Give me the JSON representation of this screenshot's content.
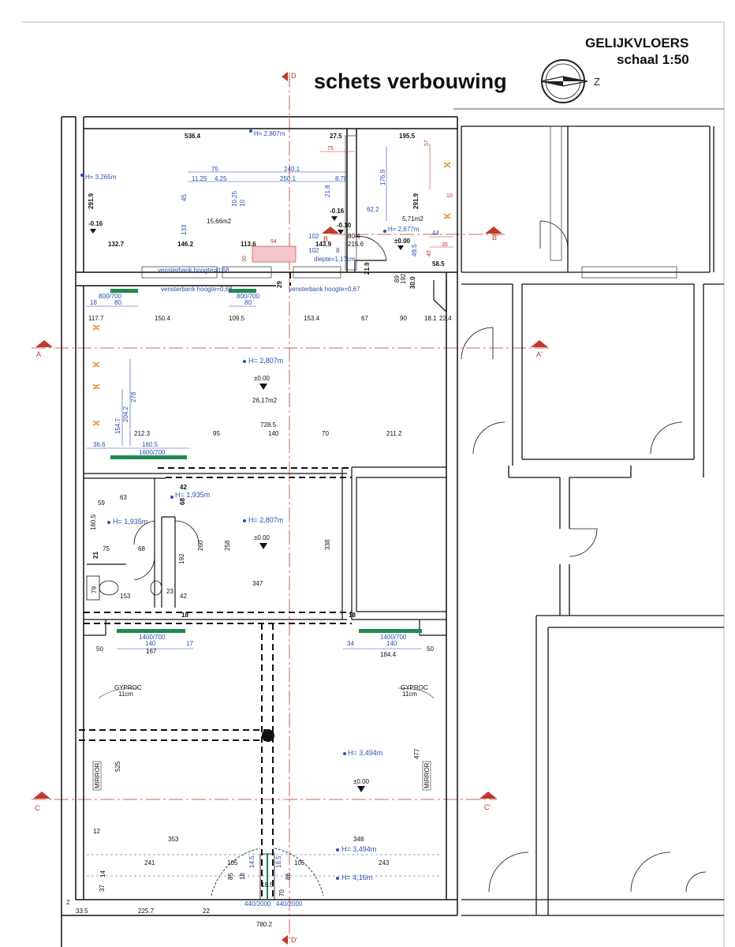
{
  "header": {
    "floor": "GELIJKVLOERS",
    "scale": "schaal 1:50",
    "title": "schets verbouwing",
    "north": "Z"
  },
  "sections": {
    "a": "A",
    "a_prime": "A'",
    "b": "B",
    "b_prime": "B'",
    "c": "C",
    "c_prime": "C'",
    "d": "D",
    "d_prime": "D'"
  },
  "rooms": {
    "back_room": {
      "width_top": "536.4",
      "height_mark": "H= 2,807m",
      "left_height": "H= 3,265m",
      "depth": "291.9",
      "level_left": "-0.16",
      "area": "15,66m2",
      "bottom_dims": [
        "132.7",
        "146.2",
        "113.6",
        "143.9"
      ],
      "inner_dims": [
        "240.1",
        "250.1",
        "75",
        "11.25",
        "4.25",
        "10.25",
        "10",
        "45",
        "133",
        "21.8",
        "8.78",
        "94",
        "102",
        "102",
        "30",
        "8"
      ],
      "window_note": "vensterbank hoogte=0,68"
    },
    "small_room": {
      "width_top": "195.5",
      "small_top": "27.5",
      "red_dims": [
        "75",
        "57",
        "10",
        "40",
        "35",
        "49.5",
        "44"
      ],
      "depth": "291.9",
      "v_dim": "176.9",
      "area": "5,71m2",
      "h_dim": "62.2",
      "height_mark": "H= 2,677m",
      "level_left": "-0.16",
      "level_door": "-0.10",
      "level_right": "±0.00",
      "door_dims": [
        "80.4",
        "215.6",
        "21.9"
      ],
      "width_bottom": "58.5",
      "vert_dims": [
        "89",
        "192"
      ],
      "stair_gap": "30.0",
      "window_note": "diepte=1,17cm"
    },
    "living": {
      "window_left": "800/700",
      "window_mid": "800/700",
      "window_left_w": "80",
      "window_mid_w": "80",
      "window_notes": [
        "vensterbank hoogte=0,68",
        "vensterbank hoogte=0,67"
      ],
      "top_small": [
        "18",
        "29"
      ],
      "top_dims": [
        "117.7",
        "150.4",
        "109.5",
        "153.4",
        "67",
        "90",
        "18.1",
        "22.4"
      ],
      "height_mark": "H= 2,807m",
      "level": "±0.00",
      "area": "26,17m2",
      "left_dims": [
        "154.7",
        "204.2",
        "278"
      ],
      "bottom_total": "728.5",
      "bottom_dims": [
        "212.3",
        "95",
        "140",
        "70",
        "211.2"
      ],
      "bottom_small": [
        "36.6",
        "160.5"
      ],
      "window_bottom": "1600/700"
    },
    "middle": {
      "small_dims": [
        "42",
        "68",
        "63",
        "59"
      ],
      "wc_height": "H= 1,935m",
      "hall_height": "H= 1,935m",
      "wc_dims": [
        "160.5",
        "75",
        "68",
        "21",
        "79",
        "153",
        "23",
        "42"
      ],
      "dims": [
        "192",
        "260",
        "258",
        "338",
        "347"
      ],
      "height_mark": "H= 2,807m",
      "level": "±0.00",
      "corner_dims": [
        "18",
        "18"
      ]
    },
    "front": {
      "window_left": "1400/700",
      "window_right": "1400/700",
      "window_left_w": "140",
      "window_right_w": "140",
      "left_dims": [
        "50",
        "167",
        "17"
      ],
      "right_dims": [
        "34",
        "184.4",
        "50"
      ],
      "gyproc_left": "GYPROC",
      "gyproc_left_thk": "11cm",
      "gyproc_right": "GYPROC",
      "gyproc_right_thk": "11cm",
      "mirror_left": "MIRROR",
      "mirror_right": "MIRROR",
      "height_left_dim": "525",
      "height_right_dim": "477",
      "height_mark": "H= 3,494m",
      "level": "±0.00",
      "bottom_dims": [
        "353",
        "348"
      ],
      "height_mark2": "H= 3,494m",
      "height_mark3": "H= 4,16m",
      "sill_dims": [
        "241",
        "105",
        "105",
        "243"
      ],
      "door_sizes": [
        "440/2000",
        "440/2000"
      ],
      "small_dims": [
        "12",
        "2",
        "14",
        "37",
        "85",
        "18",
        "70",
        "86",
        "18.5",
        "14.5",
        "18.5"
      ],
      "outer_bottom": [
        "33.5",
        "225.7",
        "22"
      ],
      "total_width": "780.2"
    }
  }
}
